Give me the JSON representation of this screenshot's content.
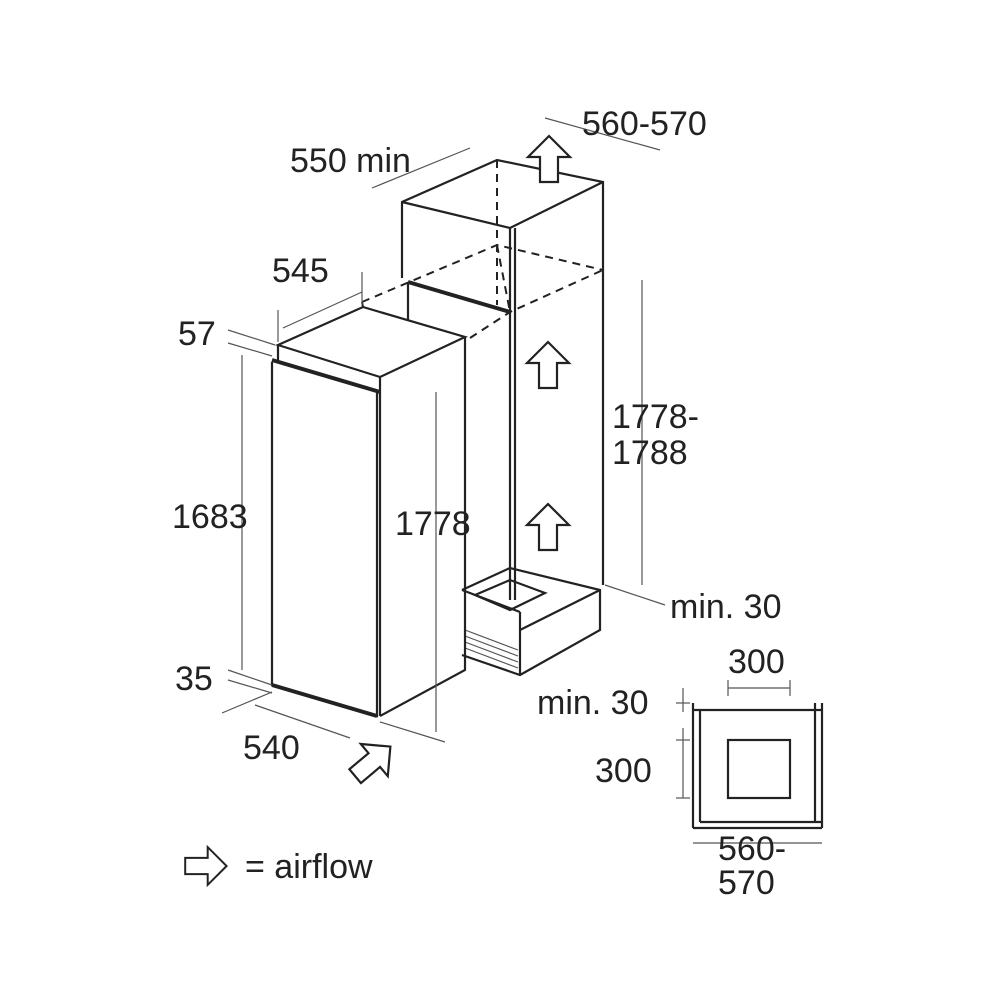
{
  "dimensions": {
    "niche_width": "560-570",
    "niche_depth": "550 min",
    "appliance_depth": "545",
    "door_top_offset": "57",
    "door_height": "1683",
    "appliance_height": "1778",
    "niche_height_line1": "1778-",
    "niche_height_line2": "1788",
    "rear_gap": "min. 30",
    "door_bottom_offset": "35",
    "appliance_width": "540"
  },
  "vent_detail": {
    "opening_width": "300",
    "top_clearance": "min. 30",
    "opening_height": "300",
    "width_line1": "560-",
    "width_line2": "570"
  },
  "legend": {
    "icon": "airflow-arrow-icon",
    "label": "= airflow"
  }
}
